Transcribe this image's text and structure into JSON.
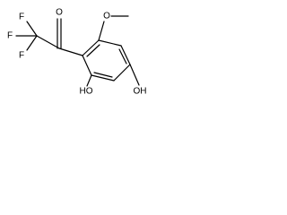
{
  "molecule": {
    "atoms": {
      "f_top": "F",
      "f_left": "F",
      "f_bottom": "F",
      "o_carbonyl": "O",
      "o_methoxy": "O",
      "oh_left": "HO",
      "oh_right": "OH"
    }
  }
}
